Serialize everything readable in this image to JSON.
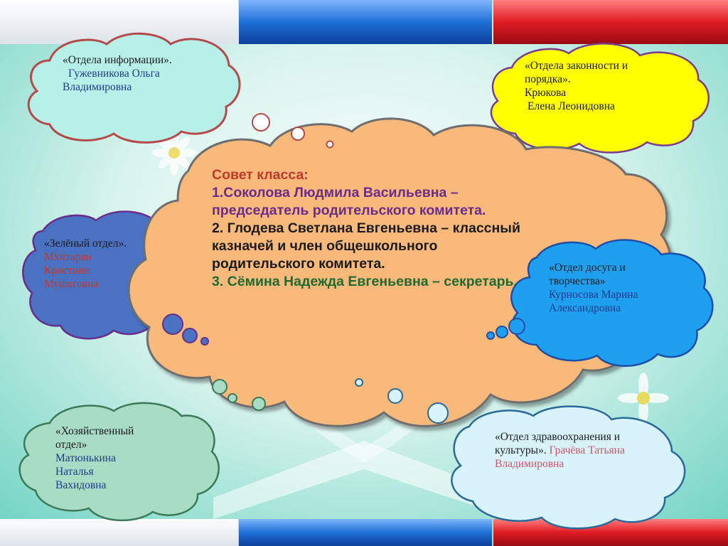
{
  "colors": {
    "blue_bar": "#1f6fd6",
    "red_bar": "#e01b24",
    "main_cloud": "#f9b97a",
    "info_cloud": "#b7f0e8",
    "law_cloud": "#ffff00",
    "green_cloud": "#4b72c2",
    "leisure_cloud": "#1e9ff0",
    "household_cloud": "#a8dcc4",
    "health_cloud": "#d8f3fc"
  },
  "main": {
    "heading": "Совет класса:",
    "line1": "1.Соколова Людмила Васильевна – председатель родительского комитета.",
    "line2": "2. Глодева Светлана Евгеньевна – классный казначей и член общешкольного родительского комитета.",
    "line3": "3. Сёмина Надежда Евгеньевна – секретарь."
  },
  "info": {
    "title": "«Отдела информации».",
    "person": "Гужевникова Ольга Владимировна"
  },
  "law": {
    "title": "«Отдела законности и порядка».",
    "person_last": "Крюкова",
    "person_first": "Елена Леонидовна"
  },
  "green_dept": {
    "title": "«Зелёный отдел».",
    "person": "Мхитарян Кристине Мушеговна"
  },
  "leisure": {
    "title": "«Отдел досуга и творчества»",
    "person": "Курносова Марина Александровна"
  },
  "household": {
    "title": "«Хозяйственный отдел»",
    "person": "Матюнькина Наталья Вахидовна"
  },
  "health": {
    "title": "«Отдел здравоохранения и культуры».",
    "person": "Грачёва Татьяна Владимировна"
  }
}
